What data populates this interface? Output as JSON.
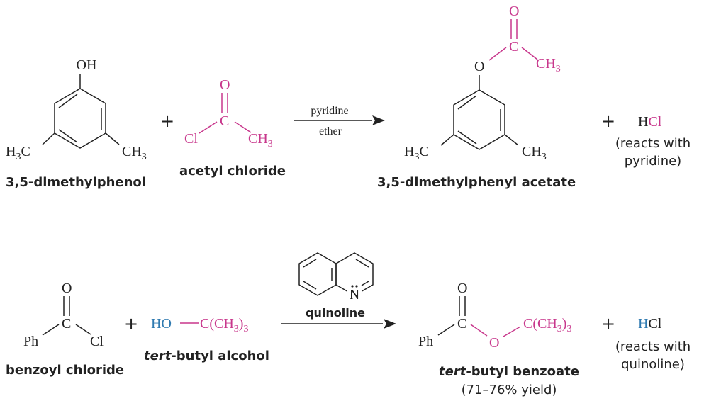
{
  "colors": {
    "reagent": "#c8378c",
    "alcohol": "#2f7ab0",
    "black": "#222222"
  },
  "reaction1": {
    "reactant1": {
      "name": "3,5-dimethylphenol",
      "oh": "OH",
      "me_left": "H",
      "me_left_sub": "3",
      "me_left_c": "C",
      "me_right": "CH",
      "me_right_sub": "3"
    },
    "plus1": "+",
    "reactant2": {
      "name": "acetyl chloride",
      "o": "O",
      "c": "C",
      "cl": "Cl",
      "ch": "CH",
      "ch_sub": "3"
    },
    "arrow": {
      "above": "pyridine",
      "below": "ether"
    },
    "product": {
      "name": "3,5-dimethylphenyl acetate",
      "o_top": "O",
      "c": "C",
      "ch": "CH",
      "ch_sub": "3",
      "o_ester": "O",
      "me_left": "H",
      "me_left_sub": "3",
      "me_left_c": "C",
      "me_right": "CH",
      "me_right_sub": "3"
    },
    "plus2": "+",
    "byproduct": {
      "h": "H",
      "cl": "Cl",
      "note_line1": "(reacts with",
      "note_line2": "pyridine)"
    }
  },
  "reaction2": {
    "reactant1": {
      "name": "benzoyl chloride",
      "o": "O",
      "ph": "Ph",
      "c": "C",
      "cl": "Cl"
    },
    "plus1": "+",
    "reactant2": {
      "name_italic": "tert",
      "name_rest": "-butyl alcohol",
      "ho": "HO",
      "group": "C(CH",
      "group_sub": "3",
      "group_close": ")",
      "group_sub2": "3"
    },
    "arrow": {
      "below": "quinoline",
      "catalyst_n": "N"
    },
    "product": {
      "name_italic": "tert",
      "name_rest": "-butyl benzoate",
      "yield": "(71–76% yield)",
      "o_top": "O",
      "ph": "Ph",
      "c": "C",
      "o_ester": "O",
      "group": "C(CH",
      "group_sub": "3",
      "group_close": ")",
      "group_sub2": "3"
    },
    "plus2": "+",
    "byproduct": {
      "h": "H",
      "cl": "Cl",
      "note_line1": "(reacts with",
      "note_line2": "quinoline)"
    }
  }
}
